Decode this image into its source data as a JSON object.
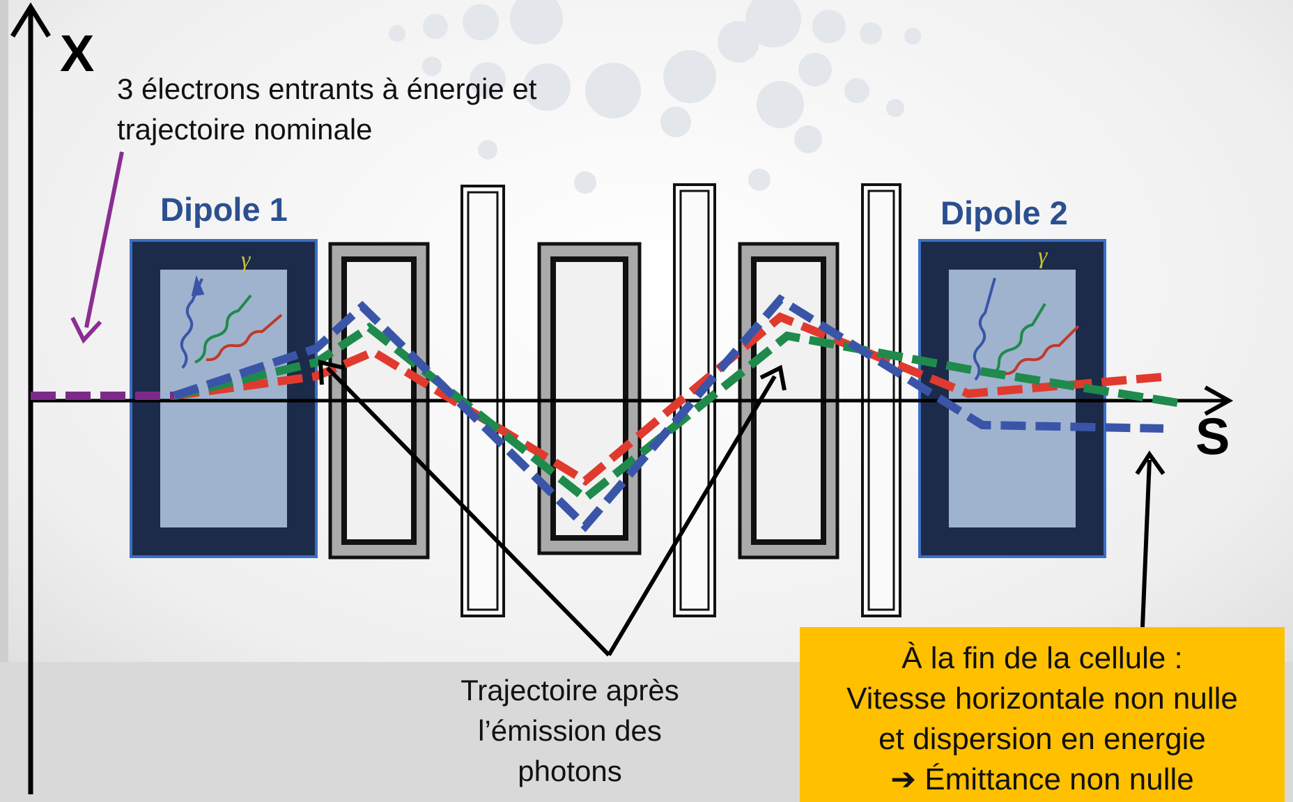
{
  "axes": {
    "vertical_label": "X",
    "horizontal_label": "S"
  },
  "incoming_note": [
    "3 électrons entrants à énergie et",
    "trajectoire nominale"
  ],
  "dipoles": [
    {
      "label": "Dipole 1",
      "emission_symbol": "γ"
    },
    {
      "label": "Dipole 2",
      "emission_symbol": "γ"
    }
  ],
  "trajectory_note": [
    "Trajectoire après",
    "l’émission des",
    "photons"
  ],
  "result_box": {
    "lines": [
      "À la fin de la cellule :",
      "Vitesse horizontale non nulle",
      "et dispersion en energie",
      "➔ Émittance non nulle"
    ]
  },
  "colors": {
    "result_box": "#ffc000",
    "dipole_label": "#2b4f8f",
    "dipole_frame": "#1c2b4a",
    "dipole_inner": "#9fb3cf",
    "incoming_arrow": "#8a2e91",
    "trajectory_red": "#e03a2e",
    "trajectory_green": "#1f8a4c",
    "trajectory_blue": "#3a55a8",
    "trajectory_nominal": "#7c2a8a"
  }
}
